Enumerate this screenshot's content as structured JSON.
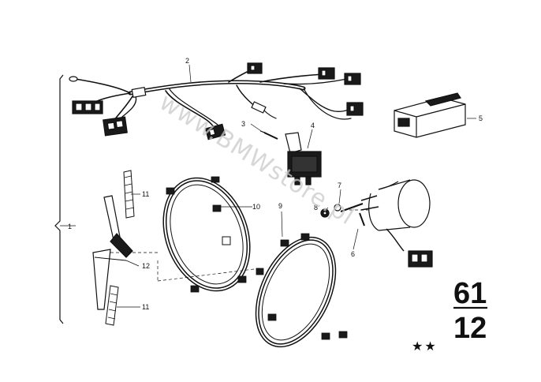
{
  "watermark": "www.BMWstore.pl",
  "section": {
    "top": "61",
    "bottom": "12",
    "rating": "★★"
  },
  "callouts": {
    "c1": "1",
    "c2": "2",
    "c3": "3",
    "c4": "4",
    "c5": "5",
    "c6": "6",
    "c7": "7",
    "c8": "8",
    "c9": "9",
    "c10": "10",
    "c11a": "11",
    "c11b": "11",
    "c12": "12"
  },
  "colors": {
    "ink": "#111111",
    "watermark": "#c9c9c9",
    "background": "#ffffff"
  }
}
